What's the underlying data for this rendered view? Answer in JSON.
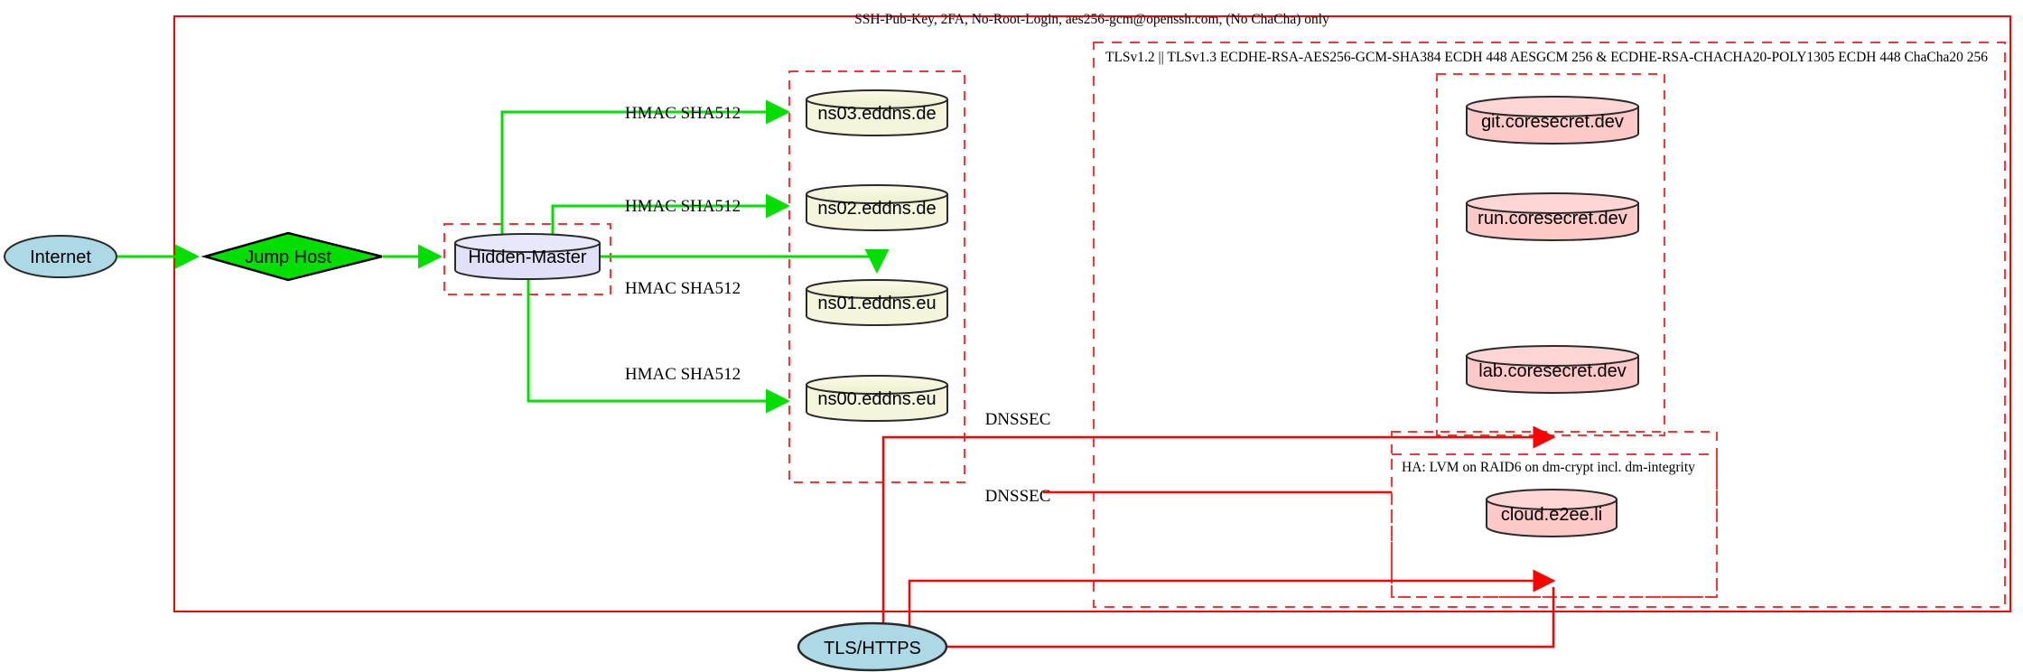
{
  "diagram": {
    "type": "network-infrastructure-diagram",
    "background": "#ffffff"
  },
  "colors": {
    "cluster_solid": "#ff0000",
    "cluster_dashed": "#ff3333",
    "edge_green": "#00e000",
    "edge_red": "#ff0000",
    "internet_fill": "#add8e6",
    "jumphost_fill": "#00e000",
    "hidden_master_fill": "#e0e0f8",
    "ns_fill": "#f5f5dc",
    "service_fill": "#fcc8c8",
    "stroke_dark": "#2a2a2a"
  },
  "clusters": [
    {
      "id": "ssh-cluster",
      "label": "SSH-Pub-Key, 2FA, No-Root-Login, aes256-gcm@openssh.com, (No ChaCha) only",
      "style": "solid"
    },
    {
      "id": "tls-cluster",
      "label": "TLSv1.2 || TLSv1.3 ECDHE-RSA-AES256-GCM-SHA384 ECDH 448 AESGCM 256 & ECDHE-RSA-CHACHA20-POLY1305 ECDH 448 ChaCha20 256",
      "style": "dashed"
    },
    {
      "id": "ha-cluster",
      "label": "HA: LVM on RAID6 on dm-crypt incl. dm-integrity",
      "style": "dashed"
    },
    {
      "id": "hidden-master-cluster",
      "label": "",
      "style": "dashed"
    },
    {
      "id": "nameserver-cluster",
      "label": "",
      "style": "dashed"
    },
    {
      "id": "coresecret-cluster",
      "label": "",
      "style": "dashed"
    },
    {
      "id": "cloud-cluster",
      "label": "",
      "style": "dashed"
    }
  ],
  "nodes": [
    {
      "id": "internet",
      "label": "Internet",
      "shape": "ellipse",
      "fill": "#add8e6"
    },
    {
      "id": "jump-host",
      "label": "Jump Host",
      "shape": "diamond",
      "fill": "#00e000"
    },
    {
      "id": "hidden-master",
      "label": "Hidden-Master",
      "shape": "cylinder",
      "fill": "#e0e0f8"
    },
    {
      "id": "ns03",
      "label": "ns03.eddns.de",
      "shape": "cylinder",
      "fill": "#f5f5dc"
    },
    {
      "id": "ns02",
      "label": "ns02.eddns.de",
      "shape": "cylinder",
      "fill": "#f5f5dc"
    },
    {
      "id": "ns01",
      "label": "ns01.eddns.eu",
      "shape": "cylinder",
      "fill": "#f5f5dc"
    },
    {
      "id": "ns00",
      "label": "ns00.eddns.eu",
      "shape": "cylinder",
      "fill": "#f5f5dc"
    },
    {
      "id": "git",
      "label": "git.coresecret.dev",
      "shape": "cylinder",
      "fill": "#fcc8c8"
    },
    {
      "id": "run",
      "label": "run.coresecret.dev",
      "shape": "cylinder",
      "fill": "#fcc8c8"
    },
    {
      "id": "lab",
      "label": "lab.coresecret.dev",
      "shape": "cylinder",
      "fill": "#fcc8c8"
    },
    {
      "id": "cloud",
      "label": "cloud.e2ee.li",
      "shape": "cylinder",
      "fill": "#fcc8c8"
    },
    {
      "id": "tls-https",
      "label": "TLS/HTTPS",
      "shape": "ellipse",
      "fill": "#add8e6"
    }
  ],
  "edges": [
    {
      "id": "e-internet-jump",
      "from": "internet",
      "to": "jump-host",
      "label": "",
      "color": "#00e000"
    },
    {
      "id": "e-jump-hidden",
      "from": "jump-host",
      "to": "hidden-master",
      "label": "",
      "color": "#00e000"
    },
    {
      "id": "e-hidden-ns03",
      "from": "hidden-master",
      "to": "ns03",
      "label": "HMAC SHA512",
      "color": "#00e000"
    },
    {
      "id": "e-hidden-ns02",
      "from": "hidden-master",
      "to": "ns02",
      "label": "HMAC SHA512",
      "color": "#00e000"
    },
    {
      "id": "e-hidden-ns01",
      "from": "hidden-master",
      "to": "ns01",
      "label": "HMAC SHA512",
      "color": "#00e000"
    },
    {
      "id": "e-hidden-ns00",
      "from": "hidden-master",
      "to": "ns00",
      "label": "HMAC SHA512",
      "color": "#00e000"
    },
    {
      "id": "e-dnssec-core",
      "from": "tls-https",
      "to": "coresecret-cluster",
      "label": "DNSSEC",
      "color": "#ff0000"
    },
    {
      "id": "e-dnssec-cloud",
      "from": "tls-https",
      "to": "cloud-cluster",
      "label": "DNSSEC",
      "color": "#ff0000"
    }
  ]
}
